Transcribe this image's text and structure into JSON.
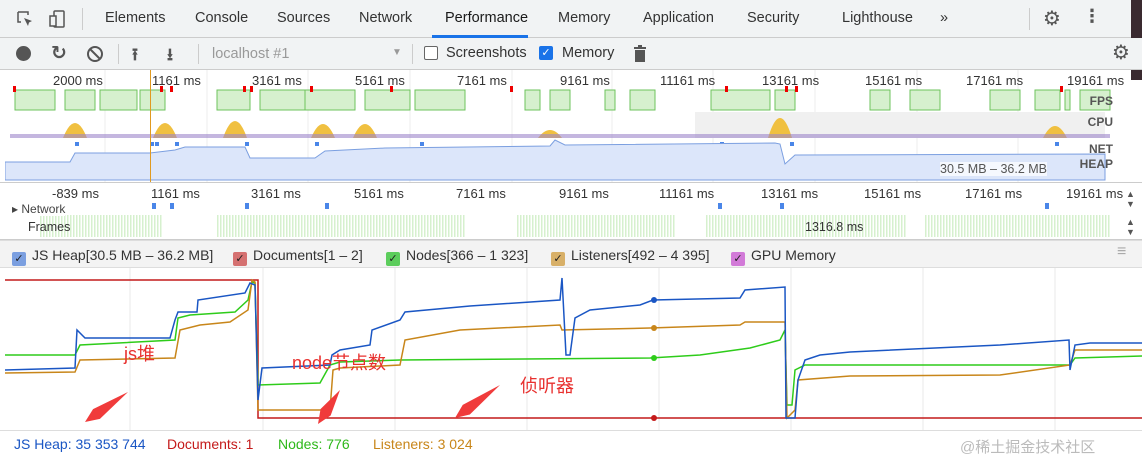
{
  "tabs": [
    {
      "label": "Elements"
    },
    {
      "label": "Console"
    },
    {
      "label": "Sources"
    },
    {
      "label": "Network"
    },
    {
      "label": "Performance",
      "active": true
    },
    {
      "label": "Memory"
    },
    {
      "label": "Application"
    },
    {
      "label": "Security"
    },
    {
      "label": "Lighthouse"
    }
  ],
  "tabs_overflow": "»",
  "toolbar": {
    "target_select": "localhost #1",
    "screenshots_label": "Screenshots",
    "screenshots_checked": false,
    "memory_label": "Memory",
    "memory_checked": true
  },
  "overview": {
    "time_labels": [
      "2000 ms",
      "1161 ms",
      "3161 ms",
      "5161 ms",
      "7161 ms",
      "9161 ms",
      "11161 ms",
      "13161 ms",
      "15161 ms",
      "17161 ms",
      "19161 ms"
    ],
    "rows": {
      "fps": "FPS",
      "cpu": "CPU",
      "net": "NET",
      "heap": "HEAP"
    },
    "heap_range": "30.5 MB – 36.2 MB"
  },
  "ruler": {
    "labels": [
      "-839 ms",
      "1161 ms",
      "3161 ms",
      "5161 ms",
      "7161 ms",
      "9161 ms",
      "11161 ms",
      "13161 ms",
      "15161 ms",
      "17161 ms",
      "19161 ms"
    ],
    "network_label": "Network",
    "frames_label": "Frames",
    "frame_time": "1316.8 ms"
  },
  "legend": [
    {
      "label": "JS Heap[30.5 MB – 36.2 MB]",
      "color": "#7b9fe0"
    },
    {
      "label": "Documents[1 – 2]",
      "color": "#d57171"
    },
    {
      "label": "Nodes[366 – 1 323]",
      "color": "#5ccd5c"
    },
    {
      "label": "Listeners[492 – 4 395]",
      "color": "#d8b068"
    },
    {
      "label": "GPU Memory",
      "color": "#d27ad8"
    }
  ],
  "series_colors": {
    "heap": "#1a56c4",
    "documents": "#c41a1a",
    "nodes": "#2ecc1a",
    "listeners": "#c8861a"
  },
  "footer": {
    "heap": "JS Heap: 35 353 744",
    "documents": "Documents: 1",
    "nodes": "Nodes: 776",
    "listeners": "Listeners: 3 024"
  },
  "annotations": {
    "heap": "js堆",
    "nodes": "node节点数",
    "listeners": "侦听器"
  },
  "watermark": "@稀土掘金技术社区"
}
